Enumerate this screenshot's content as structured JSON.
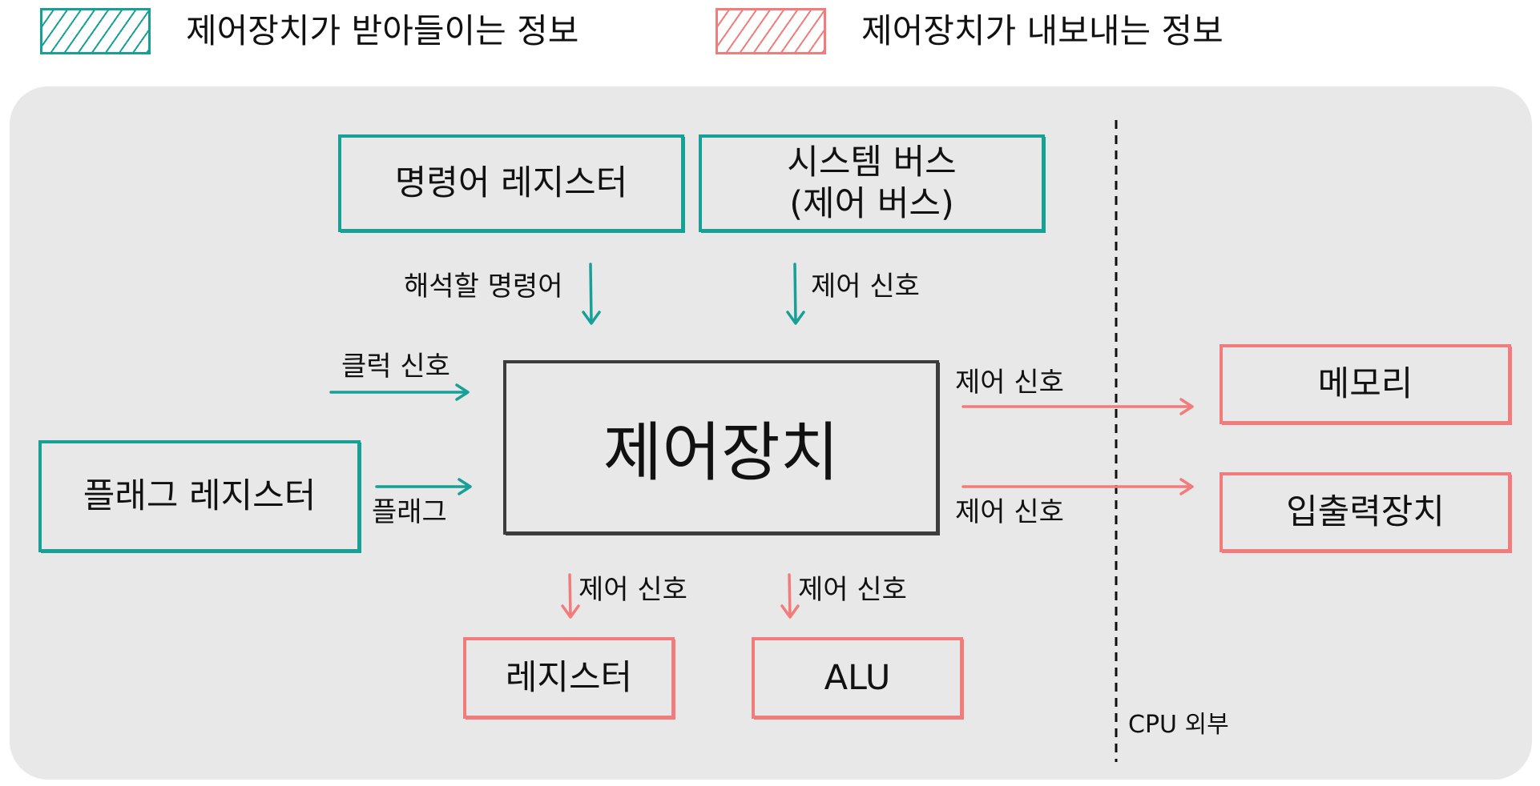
{
  "legend": {
    "inputs_label": "제어장치가 받아들이는 정보",
    "outputs_label": "제어장치가 내보내는 정보"
  },
  "boxes": {
    "control_unit": "제어장치",
    "instruction_register": "명령어 레지스터",
    "system_bus": "시스템 버스\n(제어 버스)",
    "flag_register": "플래그 레지스터",
    "memory": "메모리",
    "io_device": "입출력장치",
    "register": "레지스터",
    "alu": "ALU"
  },
  "signals": {
    "instruction_to_decode": "해석할 명령어",
    "bus_control_signal": "제어 신호",
    "clock_signal": "클럭 신호",
    "flags": "플래그",
    "memory_control_signal": "제어 신호",
    "io_control_signal": "제어 신호",
    "register_control_signal": "제어 신호",
    "alu_control_signal": "제어 신호"
  },
  "boundary_label": "CPU 외부",
  "colors": {
    "input": "#17a096",
    "output": "#f27b7b",
    "control_unit_border": "#3c3c3c",
    "panel_background": "#e8e8e8"
  }
}
